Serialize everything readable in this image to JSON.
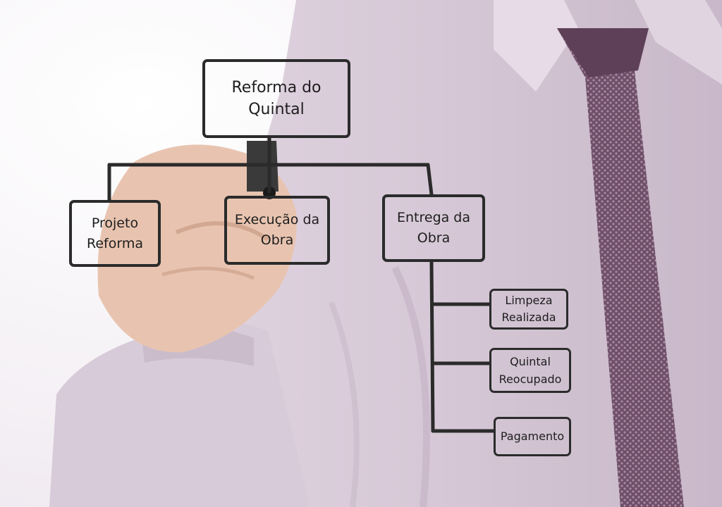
{
  "diagram": {
    "type": "org-chart",
    "nodes": {
      "root": "Reforma do\nQuintal",
      "projeto": "Projeto\nReforma",
      "execucao": "Execução da\nObra",
      "entrega": "Entrega da\nObra",
      "limpeza": "Limpeza\nRealizada",
      "quintal": "Quintal\nReocupado",
      "pagamento": "Pagamento"
    },
    "edges": [
      [
        "root",
        "projeto"
      ],
      [
        "root",
        "execucao"
      ],
      [
        "root",
        "entrega"
      ],
      [
        "entrega",
        "limpeza"
      ],
      [
        "entrega",
        "quintal"
      ],
      [
        "entrega",
        "pagamento"
      ]
    ]
  },
  "photo": {
    "description": "man in shirt and tie writing with a marker",
    "shirt_color": "#d9ccd9",
    "tie_color": "#6e4e68",
    "skin_color": "#e8c4b0"
  },
  "colors": {
    "line": "#2b2b2b",
    "text": "#1e1e1e",
    "background": "#f2eef3"
  }
}
